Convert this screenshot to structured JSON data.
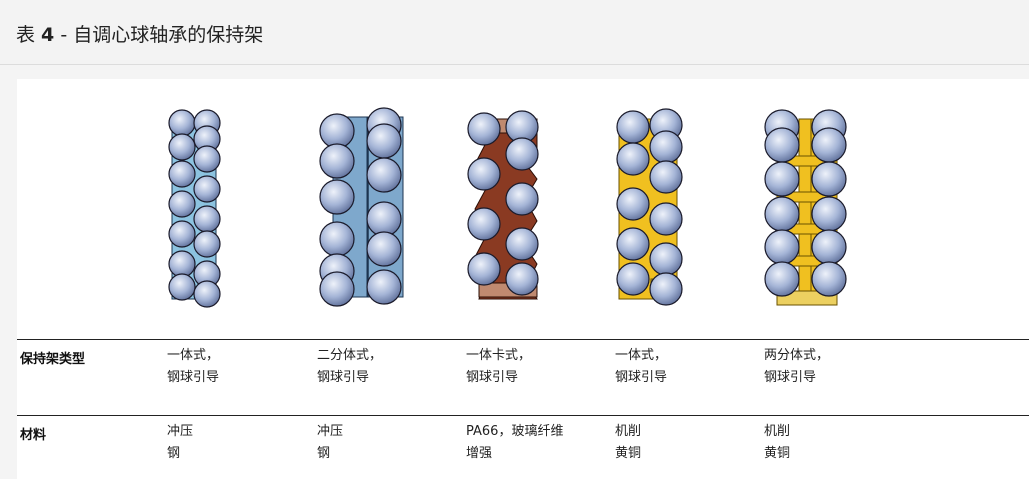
{
  "header": {
    "title_prefix": "表 ",
    "title_num": "4",
    "title_rest": " - 自调心球轴承的保持架"
  },
  "colors": {
    "ball": "#8fa1c9",
    "blue_cage": "#8cc3e0",
    "steel_cage": "#7ea8cc",
    "poly_cage": "#8a3a22",
    "brass_cage": "#f0c020",
    "brass_light": "#ecd060"
  },
  "rows": [
    {
      "head": "保持架类型",
      "cells": [
        [
          "一体式，",
          "钢球引导"
        ],
        [
          "二分体式，",
          "钢球引导"
        ],
        [
          "一体卡式，",
          "钢球引导"
        ],
        [
          "一体式，",
          "钢球引导"
        ],
        [
          "两分体式，",
          "钢球引导"
        ]
      ]
    },
    {
      "head": "材料",
      "cells": [
        [
          "冲压",
          "钢"
        ],
        [
          "冲压",
          "钢"
        ],
        [
          "PA66，玻璃纤维",
          "增强"
        ],
        [
          "机削",
          "黄铜"
        ],
        [
          "机削",
          "黄铜"
        ]
      ]
    }
  ]
}
